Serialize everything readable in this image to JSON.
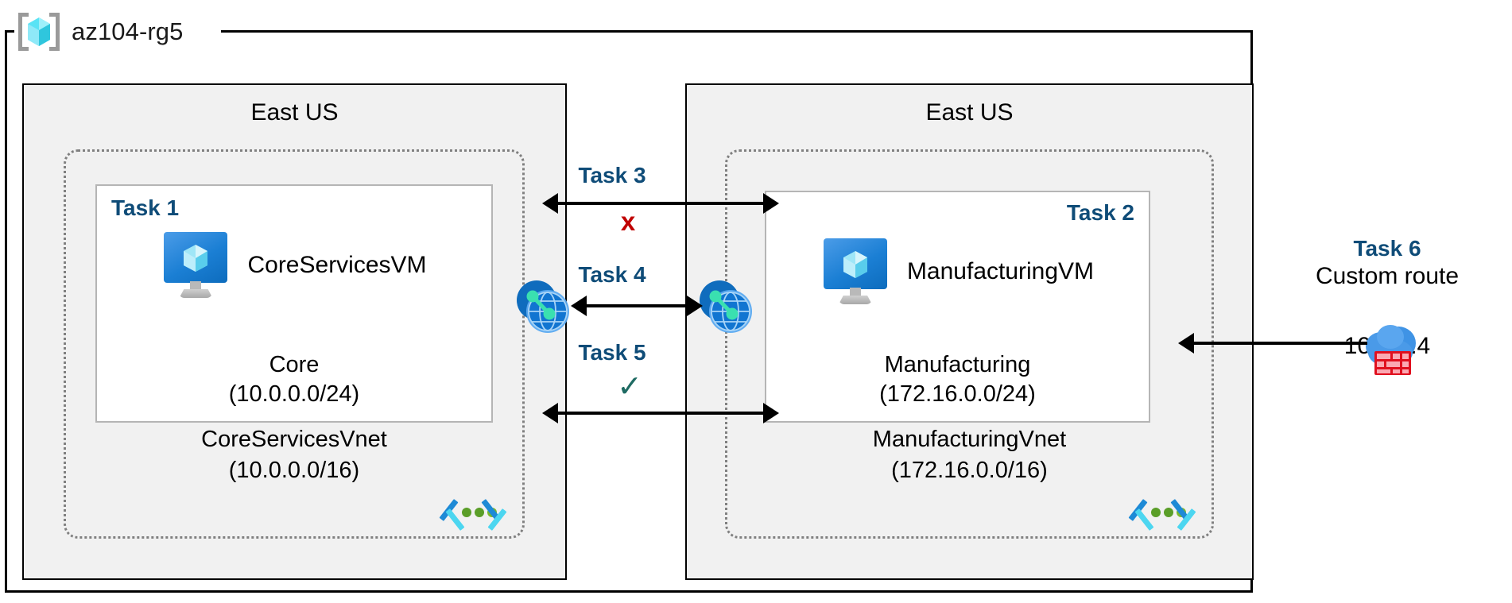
{
  "diagram": {
    "resource_group": {
      "name": "az104-rg5",
      "icon": "azure-resource-group-icon"
    },
    "regions": [
      {
        "id": "left",
        "label": "East US"
      },
      {
        "id": "right",
        "label": "East US"
      }
    ],
    "vnets": [
      {
        "id": "core",
        "name": "CoreServicesVnet",
        "address_space": "(10.0.0.0/16)",
        "subnet_icon": "subnet-icon"
      },
      {
        "id": "manufacturing",
        "name": "ManufacturingVnet",
        "address_space": "(172.16.0.0/16)",
        "subnet_icon": "subnet-icon"
      }
    ],
    "subnets": [
      {
        "id": "core",
        "task_tag": "Task 1",
        "vm_name": "CoreServicesVM",
        "vm_icon": "virtual-machine-icon",
        "subnet_name": "Core",
        "subnet_cidr": "(10.0.0.0/24)"
      },
      {
        "id": "manufacturing",
        "task_tag": "Task 2",
        "vm_name": "ManufacturingVM",
        "vm_icon": "virtual-machine-icon",
        "subnet_name": "Manufacturing",
        "subnet_cidr": "(172.16.0.0/24)"
      }
    ],
    "peerings": [
      {
        "id": "peer-left",
        "icon": "vnet-peering-icon"
      },
      {
        "id": "peer-right",
        "icon": "vnet-peering-icon"
      }
    ],
    "tasks": [
      {
        "id": "task3",
        "label": "Task 3",
        "mark": "x",
        "mark_meaning": "blocked",
        "direction": "bidirectional"
      },
      {
        "id": "task4",
        "label": "Task 4",
        "mark": "",
        "mark_meaning": "peering",
        "direction": "bidirectional"
      },
      {
        "id": "task5",
        "label": "Task 5",
        "mark": "✓",
        "mark_meaning": "allowed",
        "direction": "bidirectional"
      }
    ],
    "task6": {
      "label": "Task 6",
      "subtitle": "Custom route",
      "ip_address": "10.2.0.4",
      "icon": "firewall-cloud-icon"
    },
    "colors": {
      "task_blue": "#0f4c78",
      "x_red": "#c00000",
      "check_teal": "#1f6b63",
      "region_fill": "#f1f1f1",
      "vnet_border": "#808080",
      "frame_black": "#000000",
      "azure_blue": "#1b7fd4",
      "subnet_dot_green": "#5a9e28",
      "firewall_red": "#e00f1e"
    }
  }
}
